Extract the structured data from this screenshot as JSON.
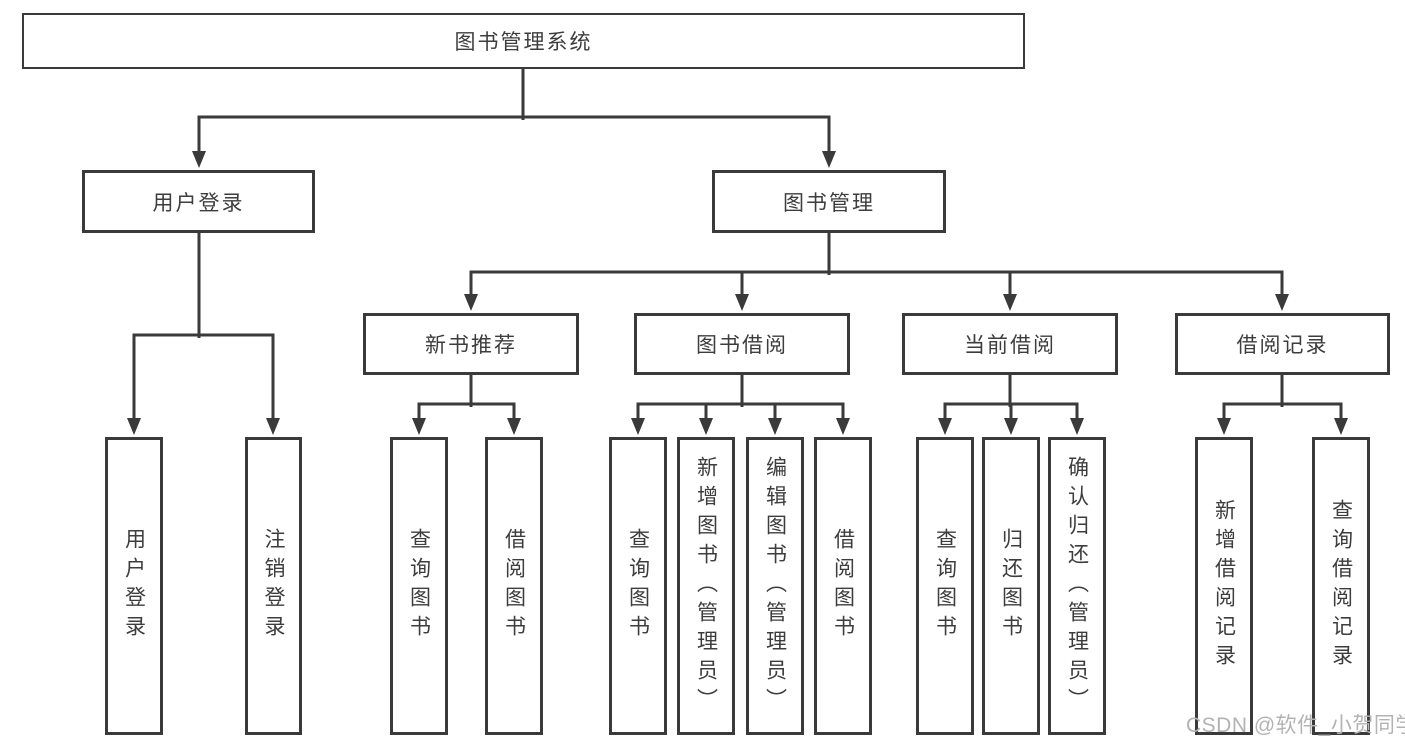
{
  "diagram": {
    "title": "图书管理系统",
    "tree": {
      "root": {
        "label": "图书管理系统"
      },
      "user_login": {
        "label": "用户登录",
        "children": [
          {
            "label": "用户登录"
          },
          {
            "label": "注销登录"
          }
        ]
      },
      "book_mgmt": {
        "label": "图书管理",
        "sections": [
          {
            "label": "新书推荐",
            "children": [
              {
                "label": "查询图书"
              },
              {
                "label": "借阅图书"
              }
            ]
          },
          {
            "label": "图书借阅",
            "children": [
              {
                "label": "查询图书"
              },
              {
                "label": "新增图书（管理员）"
              },
              {
                "label": "编辑图书（管理员）"
              },
              {
                "label": "借阅图书"
              }
            ]
          },
          {
            "label": "当前借阅",
            "children": [
              {
                "label": "查询图书"
              },
              {
                "label": "归还图书"
              },
              {
                "label": "确认归还（管理员）"
              }
            ]
          },
          {
            "label": "借阅记录",
            "children": [
              {
                "label": "新增借阅记录"
              },
              {
                "label": "查询借阅记录"
              }
            ]
          }
        ]
      }
    }
  },
  "watermark": {
    "text": "CSDN @软件_小贺同学",
    "color": "#b3b3b3"
  },
  "colors": {
    "background": "#ffffff",
    "line": "#3a3a3a",
    "text": "#3d3d3d",
    "box_fill": "#ffffff"
  }
}
